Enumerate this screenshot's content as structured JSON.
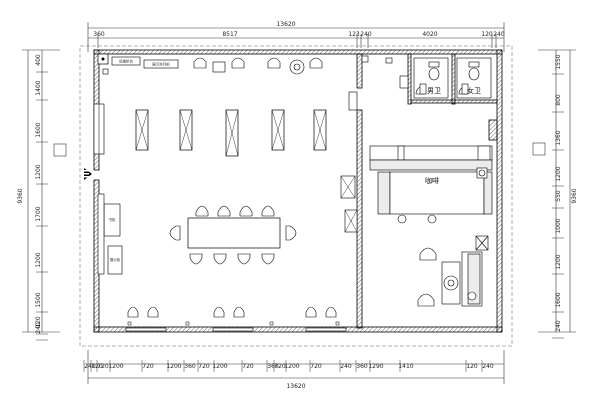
{
  "plan": {
    "total_width": "13620",
    "total_height": "9360",
    "top_dims": [
      "360",
      "8517",
      "123",
      "240",
      "4020",
      "120",
      "240"
    ],
    "bottom_dims": [
      "240",
      "120",
      "720",
      "1200",
      "720",
      "1200",
      "360",
      "720",
      "1200",
      "720",
      "360",
      "720",
      "1200",
      "720",
      "240",
      "360",
      "1290",
      "1410",
      "120",
      "240"
    ],
    "left_dims": [
      "400",
      "1400",
      "1600",
      "1200",
      "1700",
      "1200",
      "1500",
      "120",
      "240"
    ],
    "right_dims": [
      "1550",
      "800",
      "1360",
      "1200",
      "550",
      "1000",
      "1200",
      "1600",
      "240"
    ],
    "rooms": {
      "mens_wc": "男卫",
      "womens_wc": "女卫",
      "coffee": "咖啡"
    },
    "furniture_labels": {
      "top_cabinet_1": "低矮柜台",
      "top_cabinet_2": "展示陈列柜",
      "left_rack_1": "书柜",
      "left_rack_2": "展示柜"
    }
  },
  "colors": {
    "line": "#000000",
    "wall_fill": "#d8d8d8",
    "dim_line": "#333333"
  }
}
